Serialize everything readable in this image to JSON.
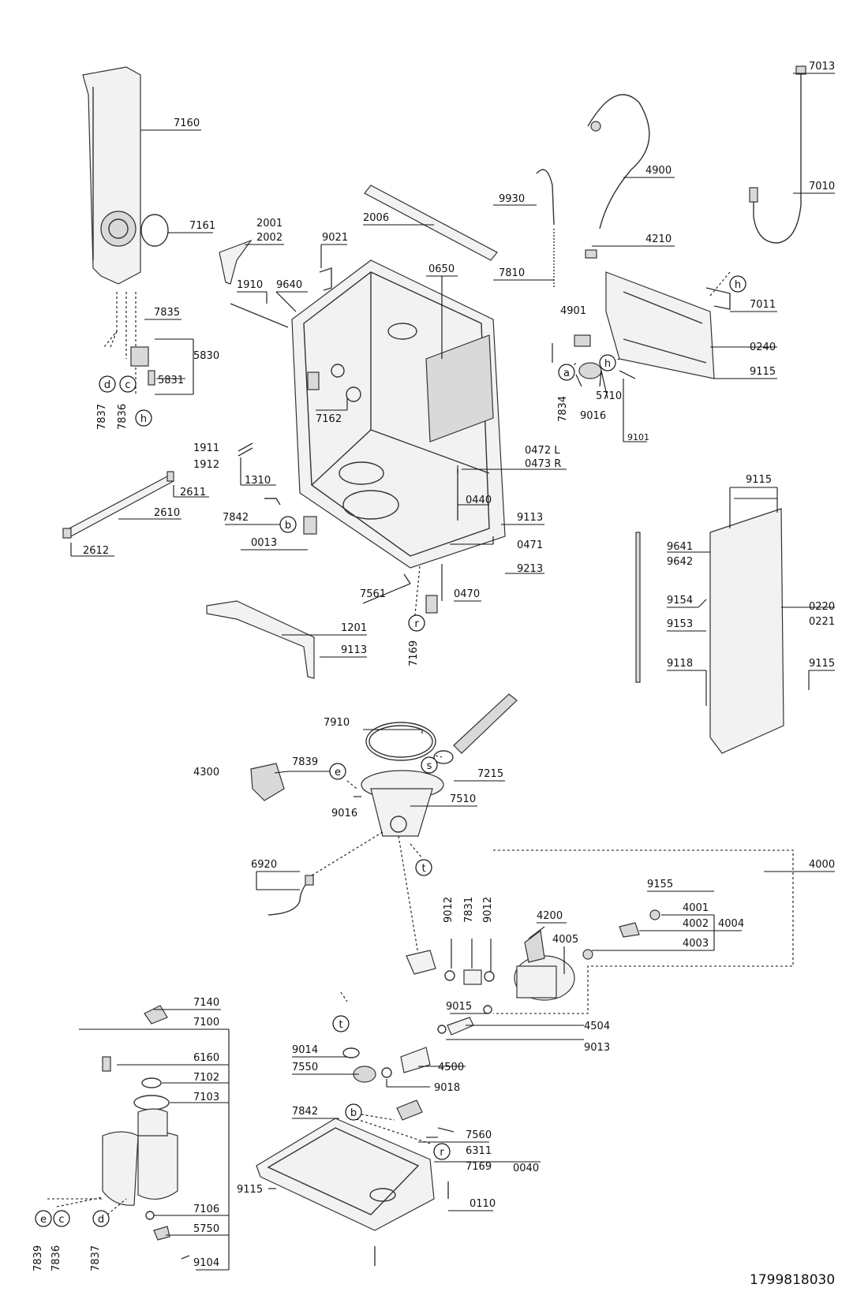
{
  "document_number": "1799818030",
  "callouts": [
    "a",
    "b",
    "c",
    "d",
    "e",
    "h",
    "r",
    "s",
    "t"
  ],
  "part_numbers": [
    "7160",
    "7161",
    "2001",
    "2002",
    "1910",
    "9640",
    "9021",
    "2006",
    "0650",
    "9930",
    "4900",
    "7013",
    "7010",
    "4210",
    "7810",
    "7011",
    "4901",
    "0240",
    "9115",
    "7834",
    "9016",
    "5710",
    "9101",
    "7835",
    "5830",
    "5831",
    "7837",
    "7836",
    "7162",
    "1911",
    "1912",
    "1310",
    "2611",
    "2610",
    "2612",
    "7842",
    "0013",
    "0472 L",
    "0473 R",
    "0440",
    "9113",
    "0471",
    "9213",
    "0470",
    "7561",
    "1201",
    "7169",
    "9641",
    "9642",
    "9154",
    "9153",
    "0220",
    "0221",
    "9118",
    "7910",
    "7215",
    "4300",
    "7839",
    "7510",
    "6920",
    "4000",
    "9155",
    "4001",
    "4002",
    "4004",
    "4003",
    "9012",
    "7831",
    "4200",
    "4005",
    "9015",
    "4504",
    "9013",
    "9014",
    "4500",
    "7550",
    "9018",
    "7140",
    "7100",
    "6160",
    "7102",
    "7103",
    "7560",
    "6311",
    "0040",
    "7106",
    "5750",
    "0110",
    "9104"
  ]
}
